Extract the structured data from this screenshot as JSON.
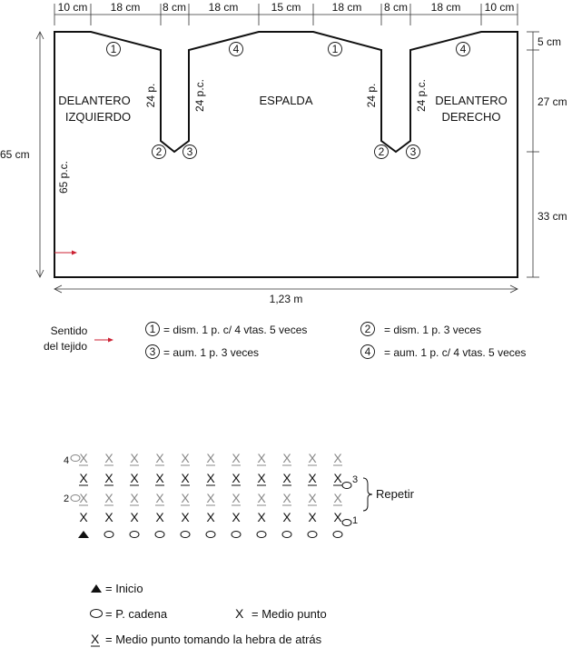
{
  "pattern": {
    "top_measures": [
      "10 cm",
      "18 cm",
      "8 cm",
      "18 cm",
      "15 cm",
      "18 cm",
      "8 cm",
      "18 cm",
      "10 cm"
    ],
    "right_measures": [
      "5 cm",
      "27 cm",
      "33 cm"
    ],
    "height_label": "65 cm",
    "width_label": "1,23 m",
    "left_piece": [
      "DELANTERO",
      "IZQUIERDO"
    ],
    "center_piece": "ESPALDA",
    "right_piece": [
      "DELANTERO",
      "DERECHO"
    ],
    "stitches_24": "24 p.",
    "stitches_24_c": "24 p.c.",
    "stitches_65": "65 p.c.",
    "markers": [
      "1",
      "2",
      "3",
      "4"
    ]
  },
  "legend": {
    "direction": [
      "Sentido",
      "del tejido"
    ],
    "items": [
      {
        "num": "1",
        "text": "= dism. 1 p. c/ 4 vtas. 5 veces"
      },
      {
        "num": "2",
        "text": "= dism. 1 p. 3 veces"
      },
      {
        "num": "3",
        "text": "= aum. 1 p. 3 veces"
      },
      {
        "num": "4",
        "text": "= aum. 1 p. c/ 4 vtas. 5 veces"
      }
    ]
  },
  "chart": {
    "row_labels": [
      "4",
      "3",
      "2",
      "1"
    ],
    "repeat": "Repetir",
    "stitch_x": "X"
  },
  "key": {
    "start": "= Inicio",
    "chain": "= P. cadena",
    "single": "= Medio punto",
    "back_loop": "= Medio punto tomando la hebra de atrás",
    "x_symbol": "X"
  }
}
